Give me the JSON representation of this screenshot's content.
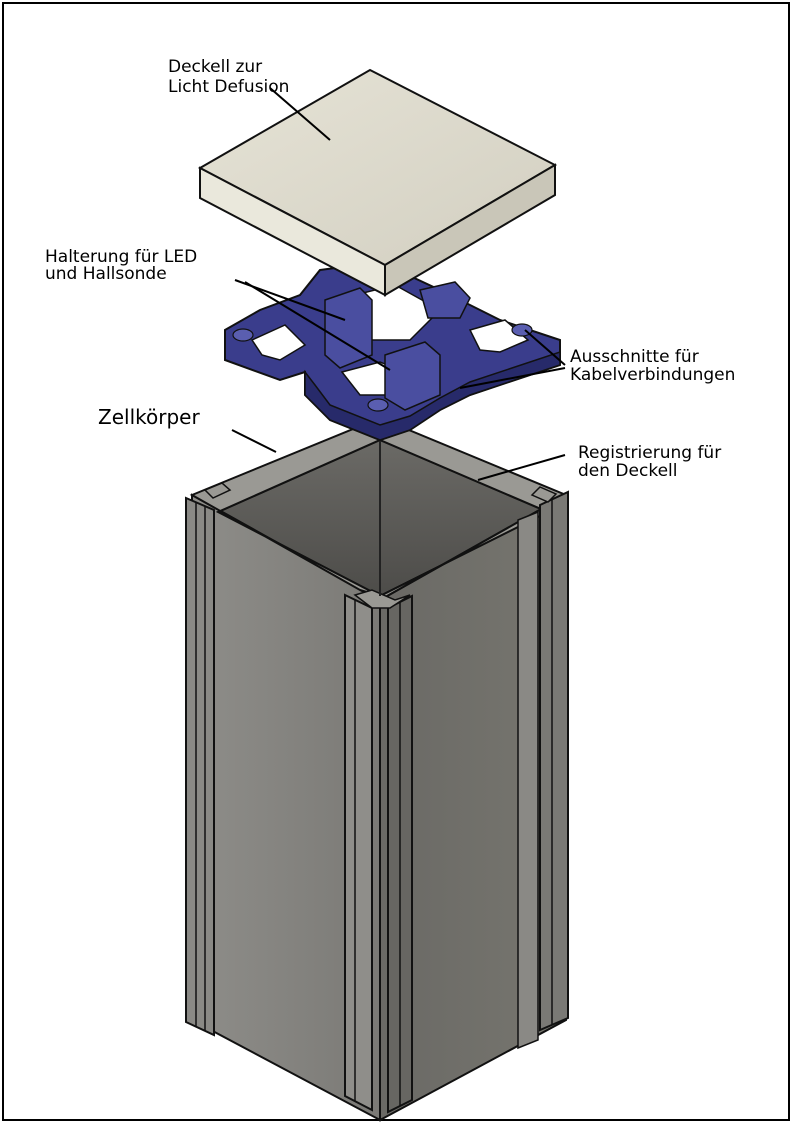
{
  "labels": {
    "lid": {
      "line1": "Deckell zur",
      "line2": "Licht Defusion"
    },
    "holder": {
      "line1": "Halterung für LED",
      "line2": "und Hallsonde"
    },
    "cutouts": {
      "line1": "Ausschnitte für",
      "line2": "Kabelverbindungen"
    },
    "body": {
      "line1": "Zellkörper"
    },
    "registration": {
      "line1": "Registrierung für",
      "line2": "den Deckell"
    }
  },
  "colors": {
    "lid_top": "#dcd9cc",
    "lid_side_left": "#eae8dc",
    "lid_side_right": "#c9c6b8",
    "holder": "#3a3d8c",
    "holder_dark": "#272a6a",
    "holder_light": "#5a5eb0",
    "body_left": "#84837f",
    "body_right": "#6e6d69",
    "body_inner": "#565552",
    "outline": "#111111"
  }
}
